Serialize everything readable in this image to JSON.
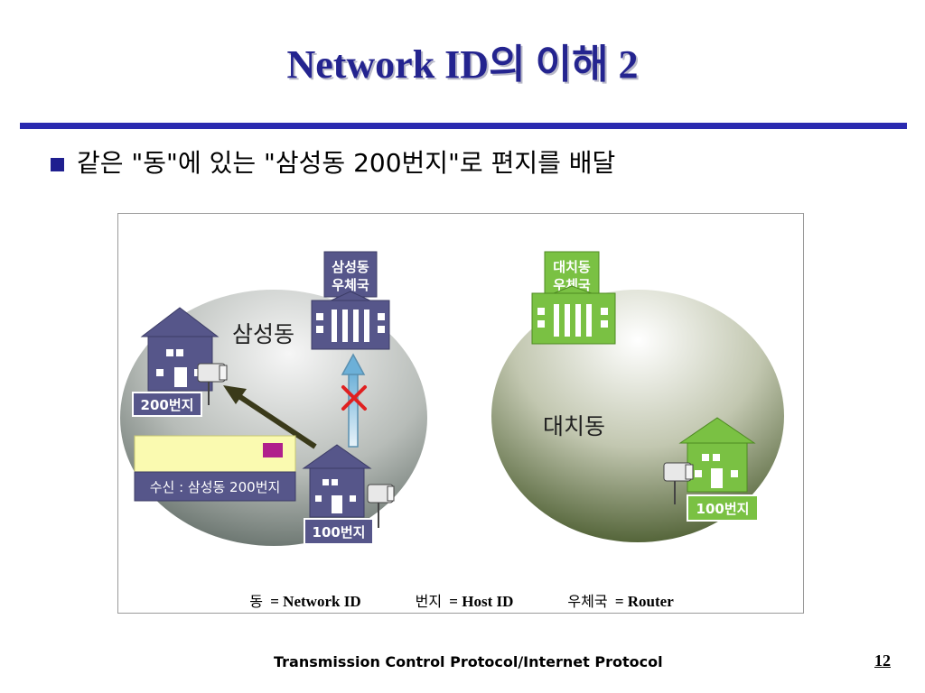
{
  "slide": {
    "title": "Network ID의 이해 2",
    "bullet": "같은 \"동\"에 있는 \"삼성동 200번지\"로 편지를 배달"
  },
  "figure": {
    "left_area": {
      "dong_label": "삼성동",
      "post_office_line1": "삼성동",
      "post_office_line2": "우체국",
      "house_top_label": "200번지",
      "house_bottom_label": "100번지",
      "letter_address": "수신 : 삼성동 200번지"
    },
    "right_area": {
      "dong_label": "대치동",
      "post_office_line1": "대치동",
      "post_office_line2": "우체국",
      "house_label": "100번지"
    },
    "legend": [
      {
        "term": "동",
        "meaning": "= Network ID"
      },
      {
        "term": "번지",
        "meaning": "= Host ID"
      },
      {
        "term": "우체국",
        "meaning": "= Router"
      }
    ]
  },
  "footer": {
    "course_title": "Transmission Control Protocol/Internet Protocol",
    "page_number": "12"
  },
  "colors": {
    "title": "#24248f",
    "rule": "#2a2ab0",
    "left_building": "#56568a",
    "right_building": "#7ac143",
    "left_region_gradient": [
      "#f4f4f4",
      "#5e6b66"
    ],
    "right_region_gradient": [
      "#ffffff",
      "#4b5c2c"
    ],
    "blocked_mark": "#e02020",
    "delivery_arrow": "#3a3a1a"
  }
}
